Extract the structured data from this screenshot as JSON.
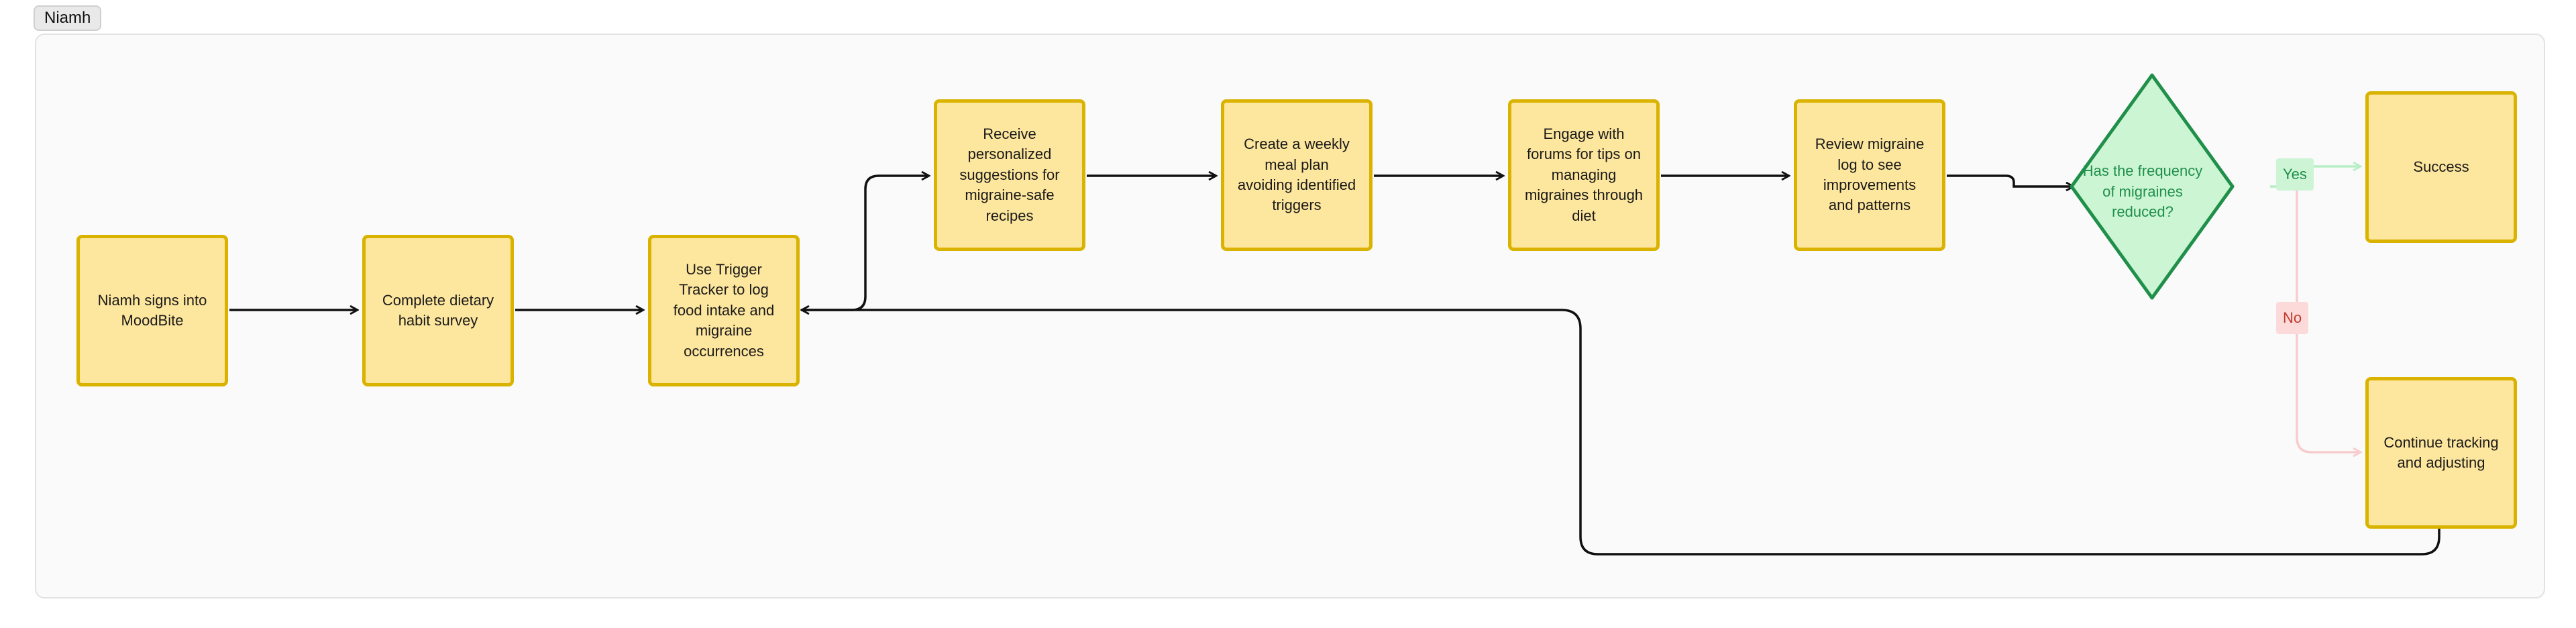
{
  "lane": {
    "label": "Niamh"
  },
  "nodes": {
    "signin": "Niamh signs into MoodBite",
    "survey": "Complete dietary habit survey",
    "tracker": "Use Trigger Tracker to log food intake and migraine occurrences",
    "suggestions": "Receive personalized suggestions for migraine-safe recipes",
    "mealplan": "Create a weekly meal plan avoiding identified triggers",
    "forums": "Engage with forums for tips on managing migraines through diet",
    "review": "Review migraine log to see improvements and patterns",
    "decision": "Has the frequency of migraines reduced?",
    "success": "Success",
    "continue": "Continue tracking and adjusting"
  },
  "edge_labels": {
    "yes": "Yes",
    "no": "No"
  },
  "colors": {
    "node_fill": "#fde69d",
    "node_border": "#d9b300",
    "decision_fill": "#ccf5d3",
    "decision_border": "#1f8f4a",
    "yes_edge": "#b8efc4",
    "no_edge": "#f8cccc"
  }
}
